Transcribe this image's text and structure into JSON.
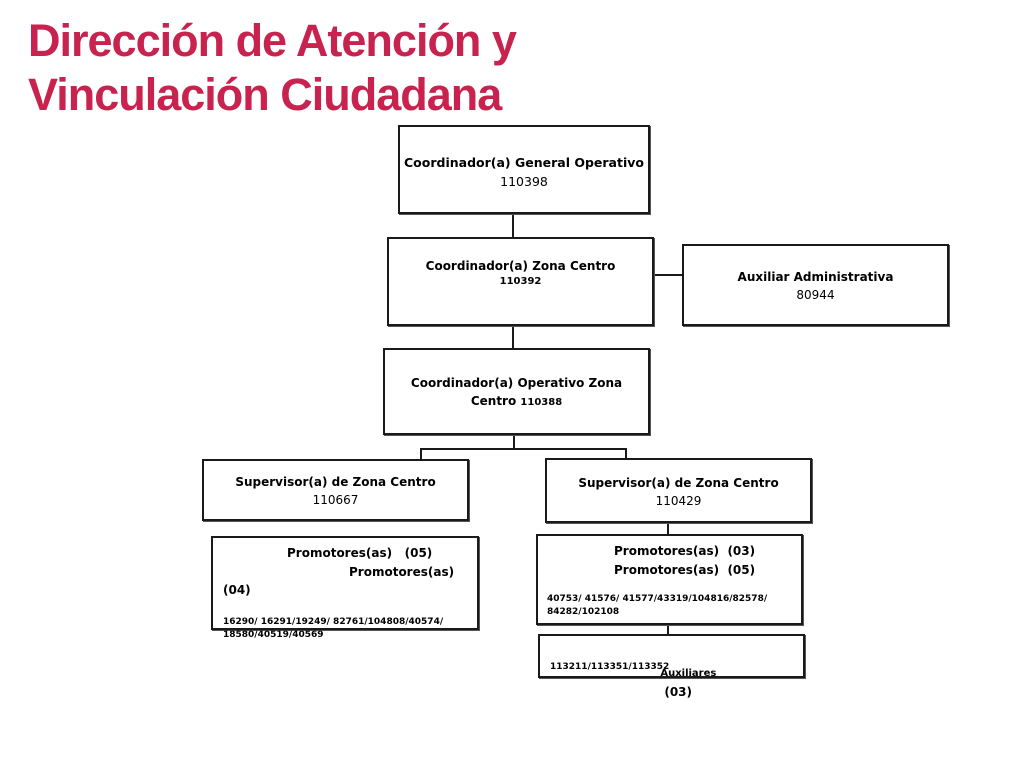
{
  "title": {
    "line1": "Dirección de Atención y",
    "line2": "Vinculación Ciudadana"
  },
  "nodes": {
    "general": {
      "role": "Coordinador(a) General Operativo",
      "id": "110398"
    },
    "zona_centro": {
      "role": "Coordinador(a) Zona Centro",
      "id": "110392"
    },
    "auxiliar_admin": {
      "role": "Auxiliar Administrativa",
      "id": "80944"
    },
    "operativo": {
      "role_part1": "Coordinador(a) Operativo Zona",
      "role_part2": "Centro",
      "id": "110388"
    },
    "supervisor_left": {
      "role": "Supervisor(a) de Zona Centro",
      "id": "110667"
    },
    "supervisor_right": {
      "role": "Supervisor(a) de Zona Centro",
      "id": "110429"
    },
    "promotores_left": {
      "line1": "Promotores(as)   (05)",
      "line2": "Promotores(as)",
      "line3": "(04)",
      "ids_line1": "16290/ 16291/19249/ 82761/104808/40574/",
      "ids_line2": "18580/40519/40569"
    },
    "promotores_right": {
      "line1": "Promotores(as)  (03)",
      "line2": "Promotores(as)  (05)",
      "ids_line1": "40753/ 41576/ 41577/43319/104816/82578/",
      "ids_line2": "84282/102108"
    },
    "auxiliares": {
      "label": "Auxiliares",
      "count": "(03)",
      "ids": "113211/113351/113352"
    }
  }
}
